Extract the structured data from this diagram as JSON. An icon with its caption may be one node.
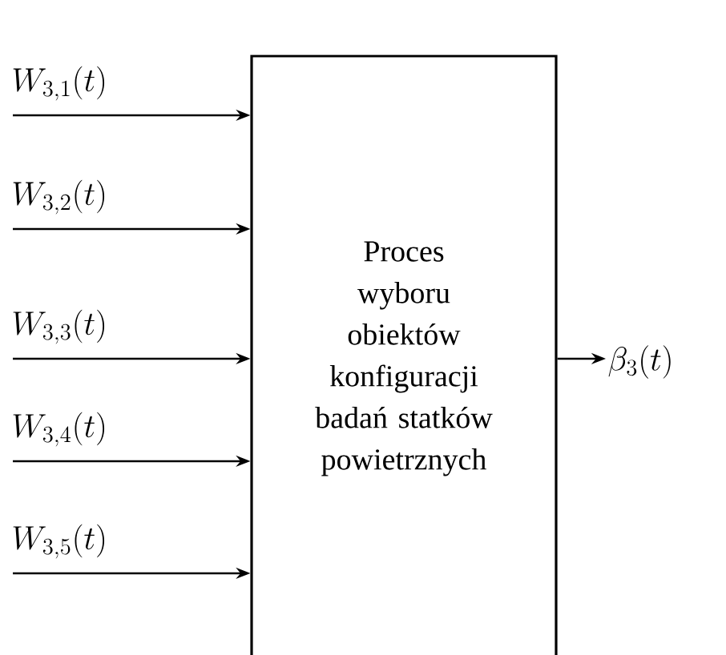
{
  "diagram": {
    "nodes": [
      {
        "text": [
          "Proces wyboru obiektów konfiguracji badań statków powietrznych"
        ]
      },
      {
        "text": [
          "\\beta_3(t)"
        ]
      }
    ],
    "edges": [
      {
        "from": null,
        "to": 0,
        "arrow": "to",
        "label": "W_{3,1}(t)"
      },
      {
        "from": null,
        "to": 0,
        "arrow": "to",
        "label": "W_{3,2}(t)"
      },
      {
        "from": null,
        "to": 0,
        "arrow": "to",
        "label": "W_{3,3}(t)"
      },
      {
        "from": null,
        "to": 0,
        "arrow": "to",
        "label": "W_{3,4}(t)"
      },
      {
        "from": null,
        "to": 0,
        "arrow": "to",
        "label": "W_{3,5}(t)"
      },
      {
        "from": 0,
        "to": 1,
        "arrow": "to"
      }
    ]
  }
}
